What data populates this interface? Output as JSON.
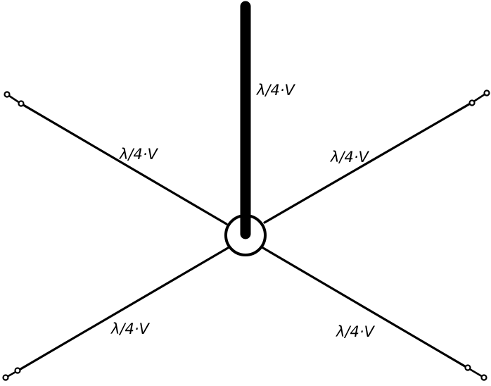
{
  "labels": {
    "vertical": "λ/4·V",
    "upper_left": "λ/4·V",
    "upper_right": "λ/4·V",
    "lower_left": "λ/4·V",
    "lower_right": "λ/4·V"
  }
}
